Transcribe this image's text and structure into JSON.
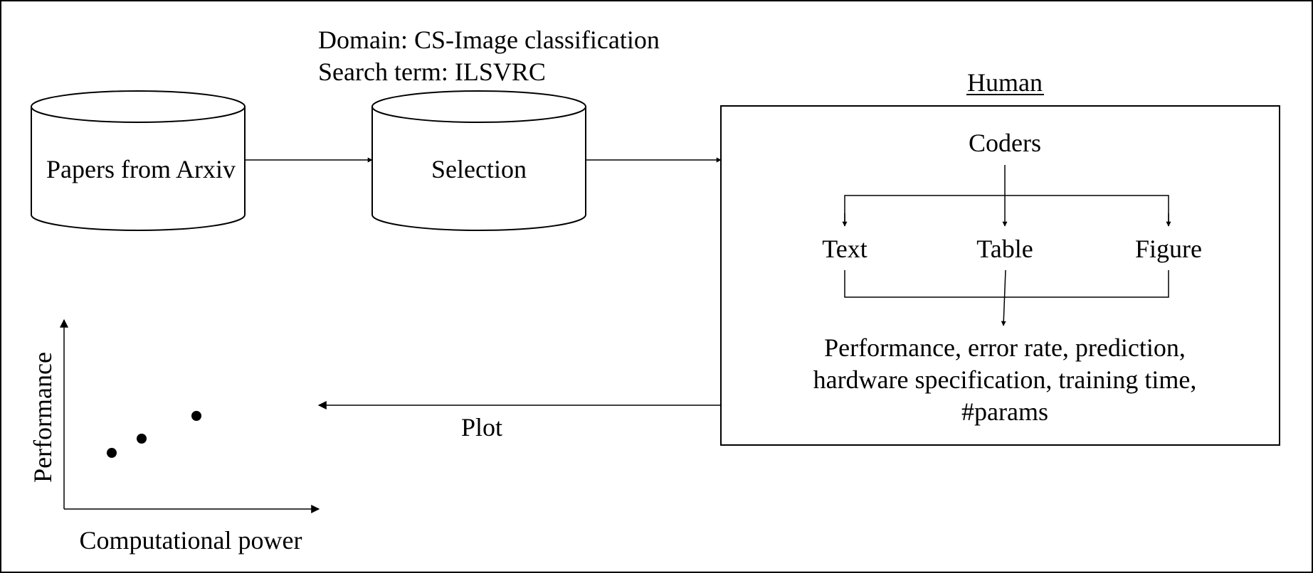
{
  "database": {
    "source_label": "Papers from Arxiv",
    "selection_label": "Selection"
  },
  "query": {
    "domain": "Domain: CS-Image classification",
    "search_term": "Search term: ILSVRC"
  },
  "human_panel": {
    "title": "Human",
    "coders": "Coders",
    "sources": [
      "Text",
      "Table",
      "Figure"
    ],
    "outputs": [
      "Performance, error rate, prediction,",
      "hardware specification, training time,",
      "#params"
    ]
  },
  "plot": {
    "arrow_label": "Plot",
    "ylabel": "Performance",
    "xlabel": "Computational power"
  }
}
